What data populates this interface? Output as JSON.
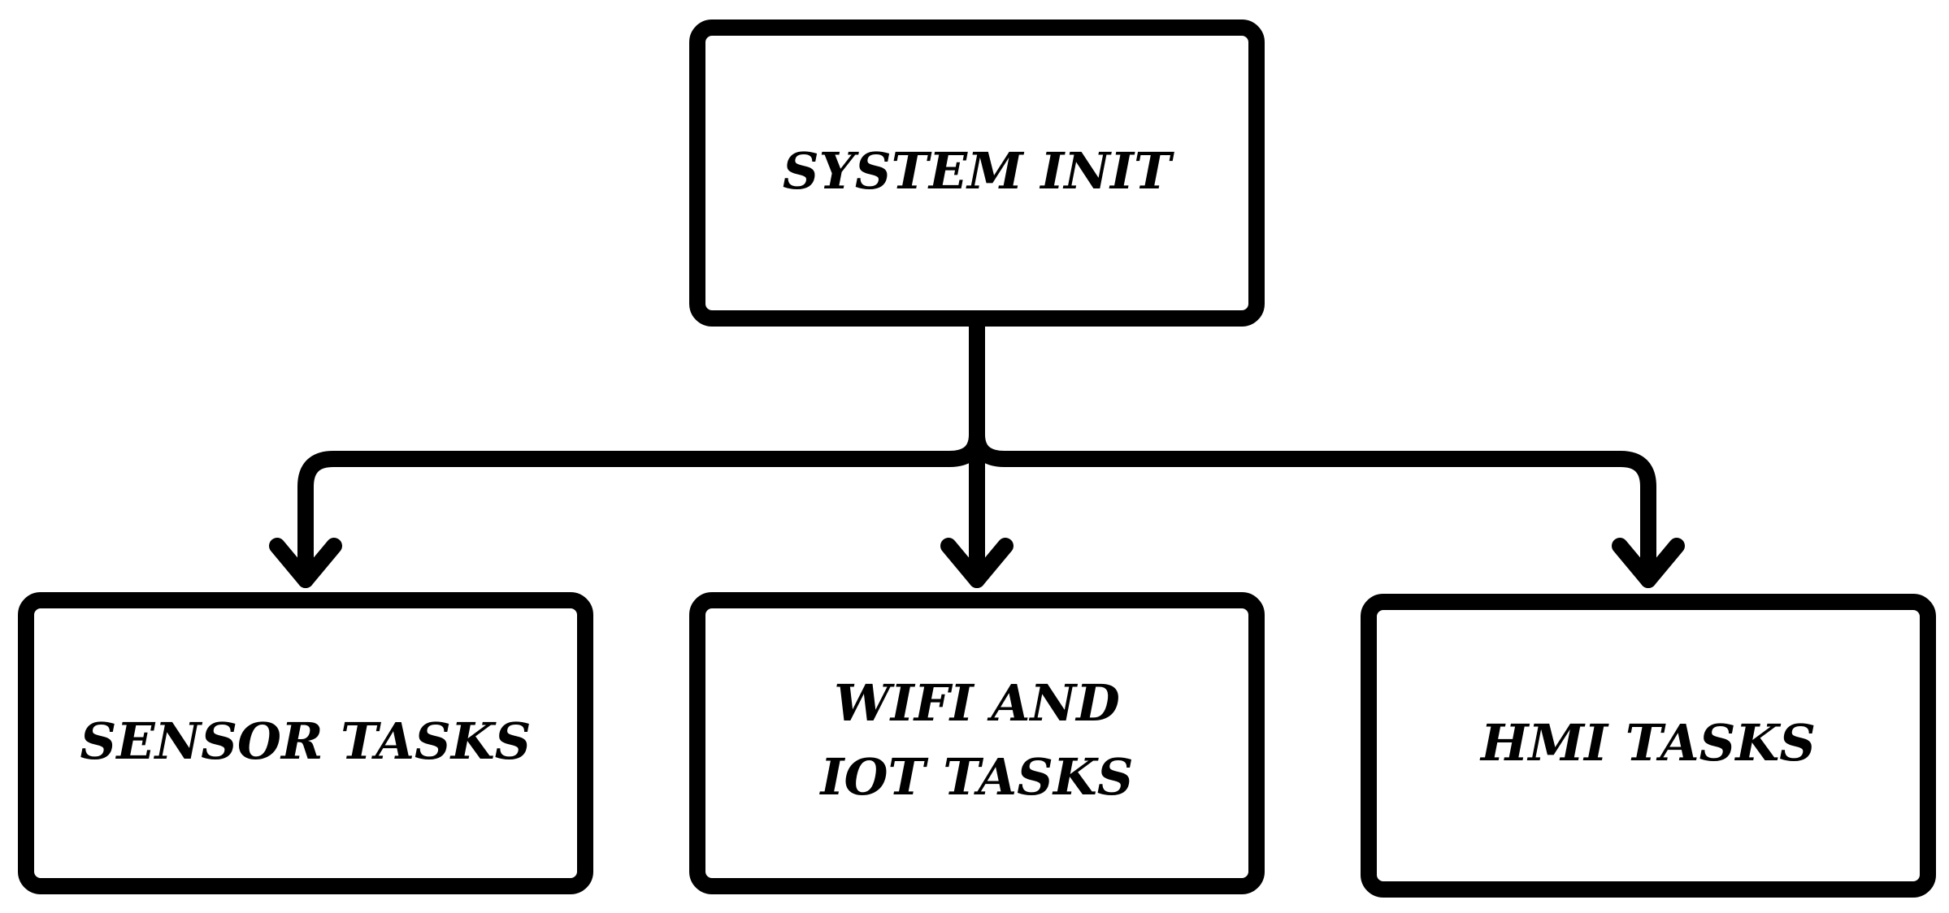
{
  "diagram": {
    "type": "flowchart",
    "colors": {
      "stroke": "#000000",
      "background": "#ffffff",
      "text": "#000000"
    },
    "nodes": {
      "root": {
        "id": "system-init",
        "label": "SYSTEM INIT"
      },
      "children": [
        {
          "id": "sensor-tasks",
          "label": "SENSOR TASKS"
        },
        {
          "id": "wifi-iot-tasks",
          "label_line1": "WIFI AND",
          "label_line2": "IOT TASKS"
        },
        {
          "id": "hmi-tasks",
          "label": "HMI TASKS"
        }
      ]
    },
    "edges": [
      {
        "from": "system-init",
        "to": "sensor-tasks"
      },
      {
        "from": "system-init",
        "to": "wifi-iot-tasks"
      },
      {
        "from": "system-init",
        "to": "hmi-tasks"
      }
    ]
  }
}
